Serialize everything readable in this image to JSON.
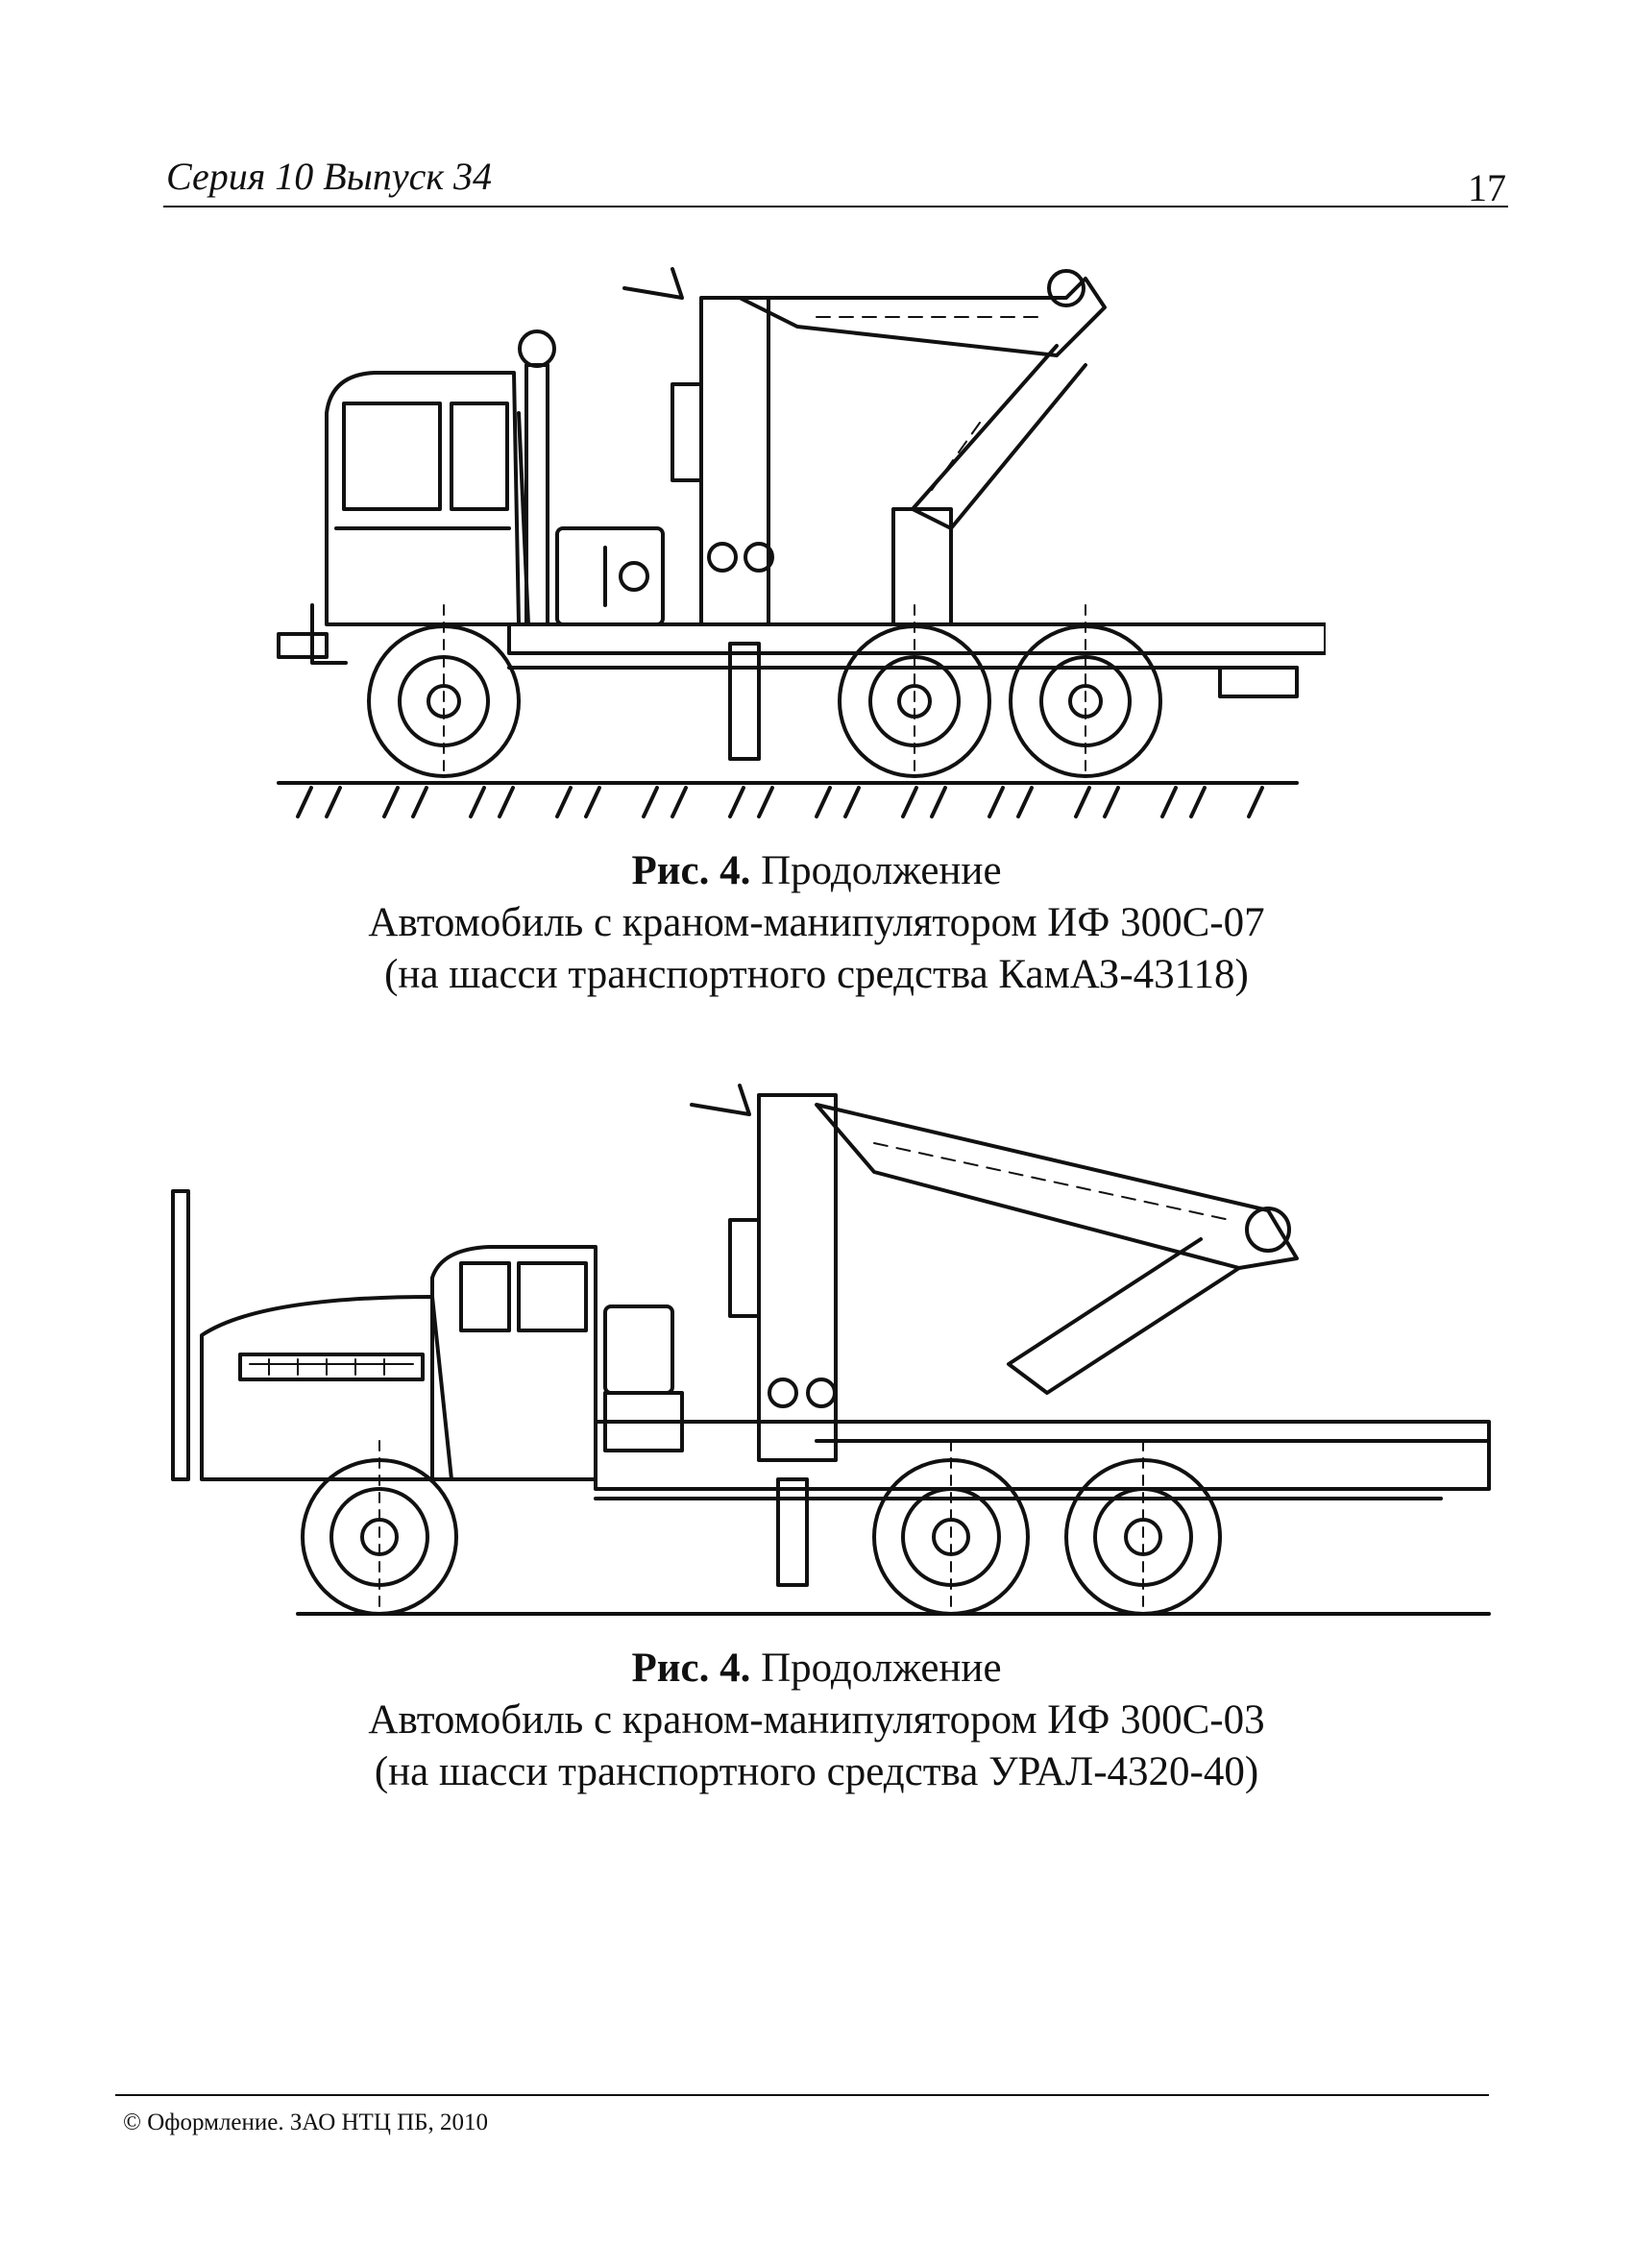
{
  "header": {
    "series": "Серия 10  Выпуск 34",
    "page_number": "17"
  },
  "figures": [
    {
      "label": "Рис. 4.",
      "caption_line1": "Продолжение",
      "caption_line2": "Автомобиль с краном-манипулятором ИФ 300С-07",
      "caption_line3": "(на шасси транспортного средства КамАЗ-43118)"
    },
    {
      "label": "Рис. 4.",
      "caption_line1": "Продолжение",
      "caption_line2": "Автомобиль с краном-манипулятором ИФ 300С-03",
      "caption_line3": "(на шасси транспортного средства УРАЛ-4320-40)"
    }
  ],
  "footer": {
    "copyright": "© Оформление. ЗАО НТЦ ПБ, 2010"
  }
}
